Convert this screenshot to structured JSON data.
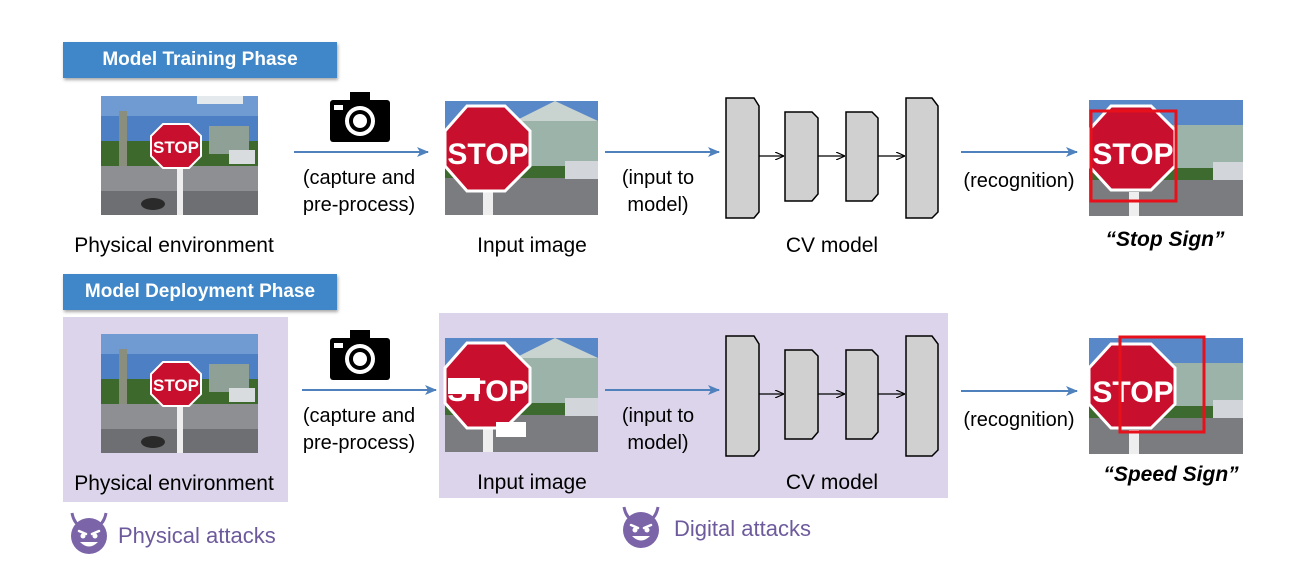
{
  "colors": {
    "phase_box": "#3f87c8",
    "arrow": "#4f81bd",
    "highlight": "#dcd4ea",
    "attack_purple": "#6d5a9c",
    "recognition_box": "#e8101a",
    "model_block_fill": "#d0d0d0"
  },
  "training": {
    "phase_label": "Model Training Phase",
    "physical_caption": "Physical environment",
    "capture_note_line1": "(capture and",
    "capture_note_line2": "pre-process)",
    "input_caption": "Input image",
    "model_note_line1": "(input to",
    "model_note_line2": "model)",
    "model_caption": "CV model",
    "recognition_note": "(recognition)",
    "result": "“Stop Sign”",
    "icon": "camera-icon"
  },
  "deployment": {
    "phase_label": "Model Deployment Phase",
    "physical_caption": "Physical environment",
    "capture_note_line1": "(capture and",
    "capture_note_line2": "pre-process)",
    "input_caption": "Input image",
    "model_note_line1": "(input to",
    "model_note_line2": "model)",
    "model_caption": "CV model",
    "recognition_note": "(recognition)",
    "result": "“Speed Sign”",
    "icon": "camera-icon"
  },
  "attacks": {
    "physical": "Physical attacks",
    "digital": "Digital attacks",
    "icon": "devil-face-icon"
  },
  "sign_text": "STOP"
}
